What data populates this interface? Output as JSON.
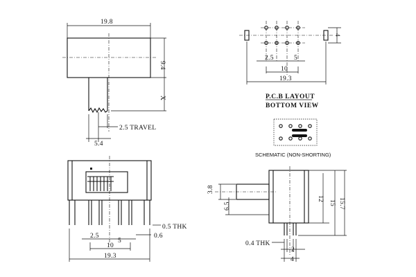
{
  "top_view": {
    "width_dim": "19.8",
    "height_dim": "9.4",
    "shaft_dim": "X",
    "travel_label": "2.5 TRAVEL",
    "actuator_width": "5.4"
  },
  "pcb_layout": {
    "height_dim": "4",
    "pitch_dim": "2.5",
    "center_dim": "5",
    "span_dim": "10",
    "overall_dim": "19.3",
    "title_line1": "P.C.B LAYOUT",
    "title_line2": "BOTTOM VIEW"
  },
  "schematic": {
    "label": "SCHEMATIC (NON-SHORTING)"
  },
  "front_view": {
    "thickness_label": "0.5 THK",
    "pin_dim": "0.6",
    "pitch_dim": "2.5",
    "center_dim": "5",
    "span_dim": "10",
    "overall_dim": "19.3"
  },
  "side_view": {
    "dim_38": "3.8",
    "dim_65": "6.5",
    "dim_12": "12",
    "dim_15": "15",
    "dim_157": "15.7",
    "thickness_label": "0.4 THK",
    "pin_gap": "2",
    "pin_span": "4"
  }
}
